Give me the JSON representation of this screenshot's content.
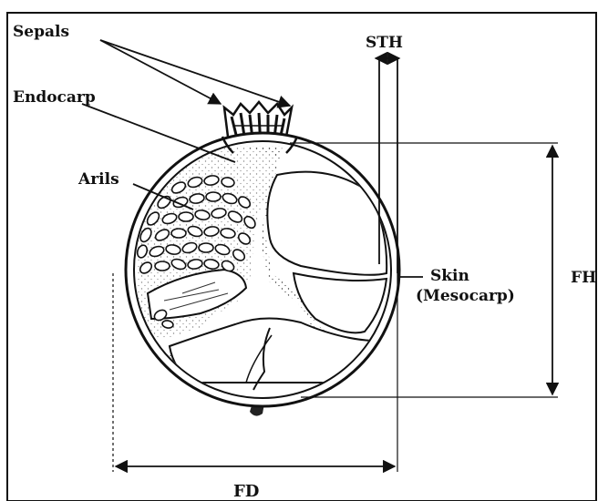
{
  "labels": {
    "sepals": "Sepals",
    "sth": "STH",
    "endocarp": "Endocarp",
    "arils": "Arils",
    "skin": "Skin",
    "mesocarp": "(Mesocarp)",
    "fh": "FH",
    "fd": "FD"
  }
}
